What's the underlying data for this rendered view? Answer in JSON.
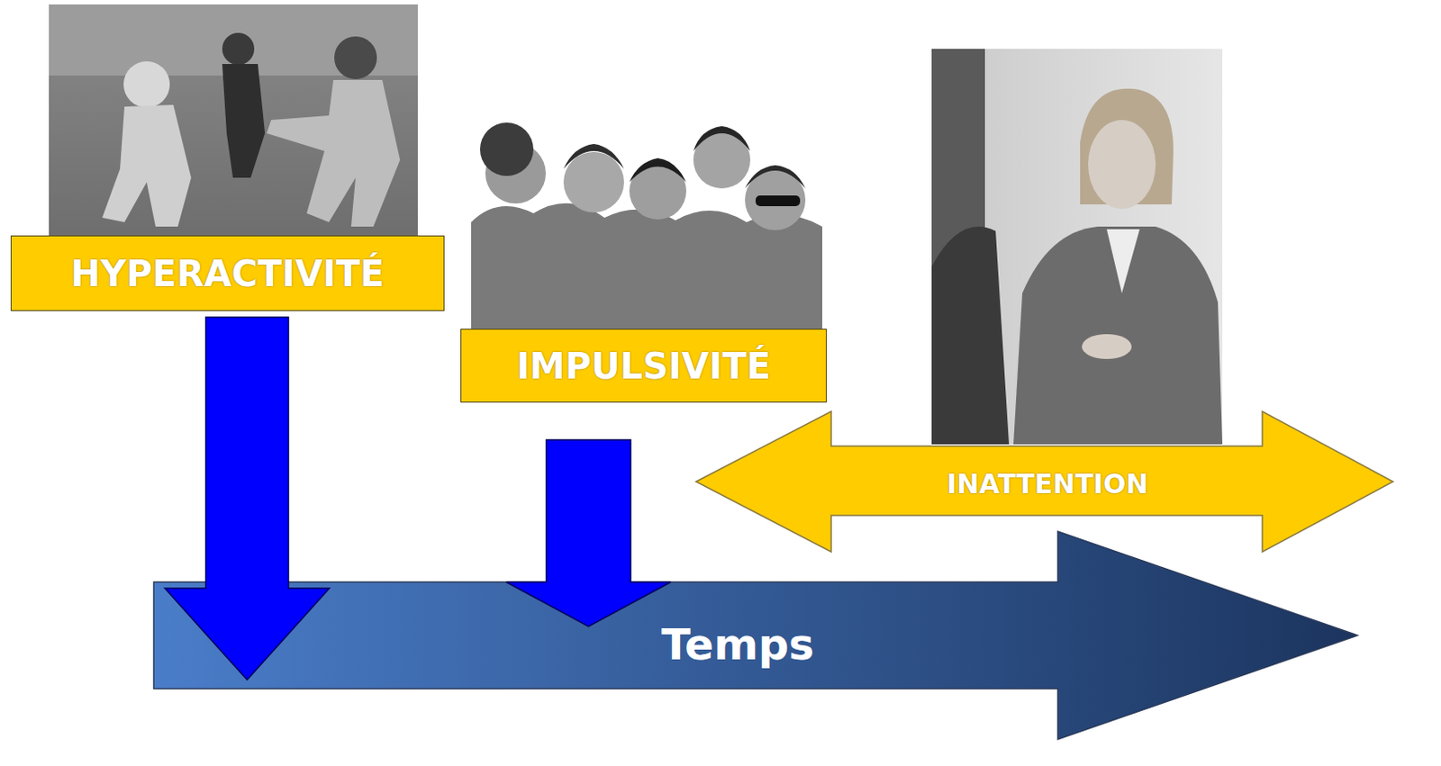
{
  "diagram": {
    "nodes": [
      {
        "text": [
          "HYPERACTIVITÉ"
        ]
      },
      {
        "text": [
          "IMPULSIVITÉ"
        ]
      },
      {
        "text": [
          "INATTENTION"
        ]
      },
      {
        "text": [
          "Temps"
        ]
      }
    ],
    "edges": [
      {
        "from": 0,
        "to": 3,
        "arrow": "to"
      },
      {
        "from": 1,
        "to": 3,
        "arrow": "to"
      }
    ]
  }
}
